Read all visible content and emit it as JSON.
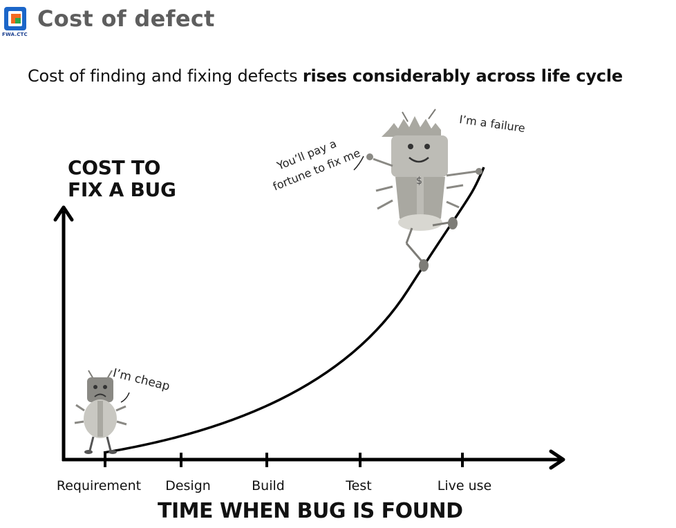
{
  "header": {
    "title": "Cost of defect",
    "logo_caption": "FWA.CTC"
  },
  "subtitle": {
    "normal": "Cost of finding and fixing defects ",
    "bold": "rises considerably across life cycle"
  },
  "diagram": {
    "y_axis_line1": "COST TO",
    "y_axis_line2": "FIX A BUG",
    "x_axis_label": "TIME WHEN BUG IS FOUND",
    "stages": [
      "Requirement",
      "Design",
      "Build",
      "Test",
      "Live use"
    ],
    "small_bug_speech": "I’m cheap",
    "big_bug_speech_line1": "You’ll pay a",
    "big_bug_speech_line2": "fortune to fix me",
    "big_bug_speech_2": "I’m a failure",
    "big_bug_badge": "$"
  },
  "colors": {
    "title": "#5e5e5e",
    "bug_light": "#c9c8c2",
    "bug_mid": "#a9a8a1",
    "bug_dark": "#7d7c77",
    "logo_blue": "#1b66c9",
    "logo_orange": "#f26a21"
  }
}
